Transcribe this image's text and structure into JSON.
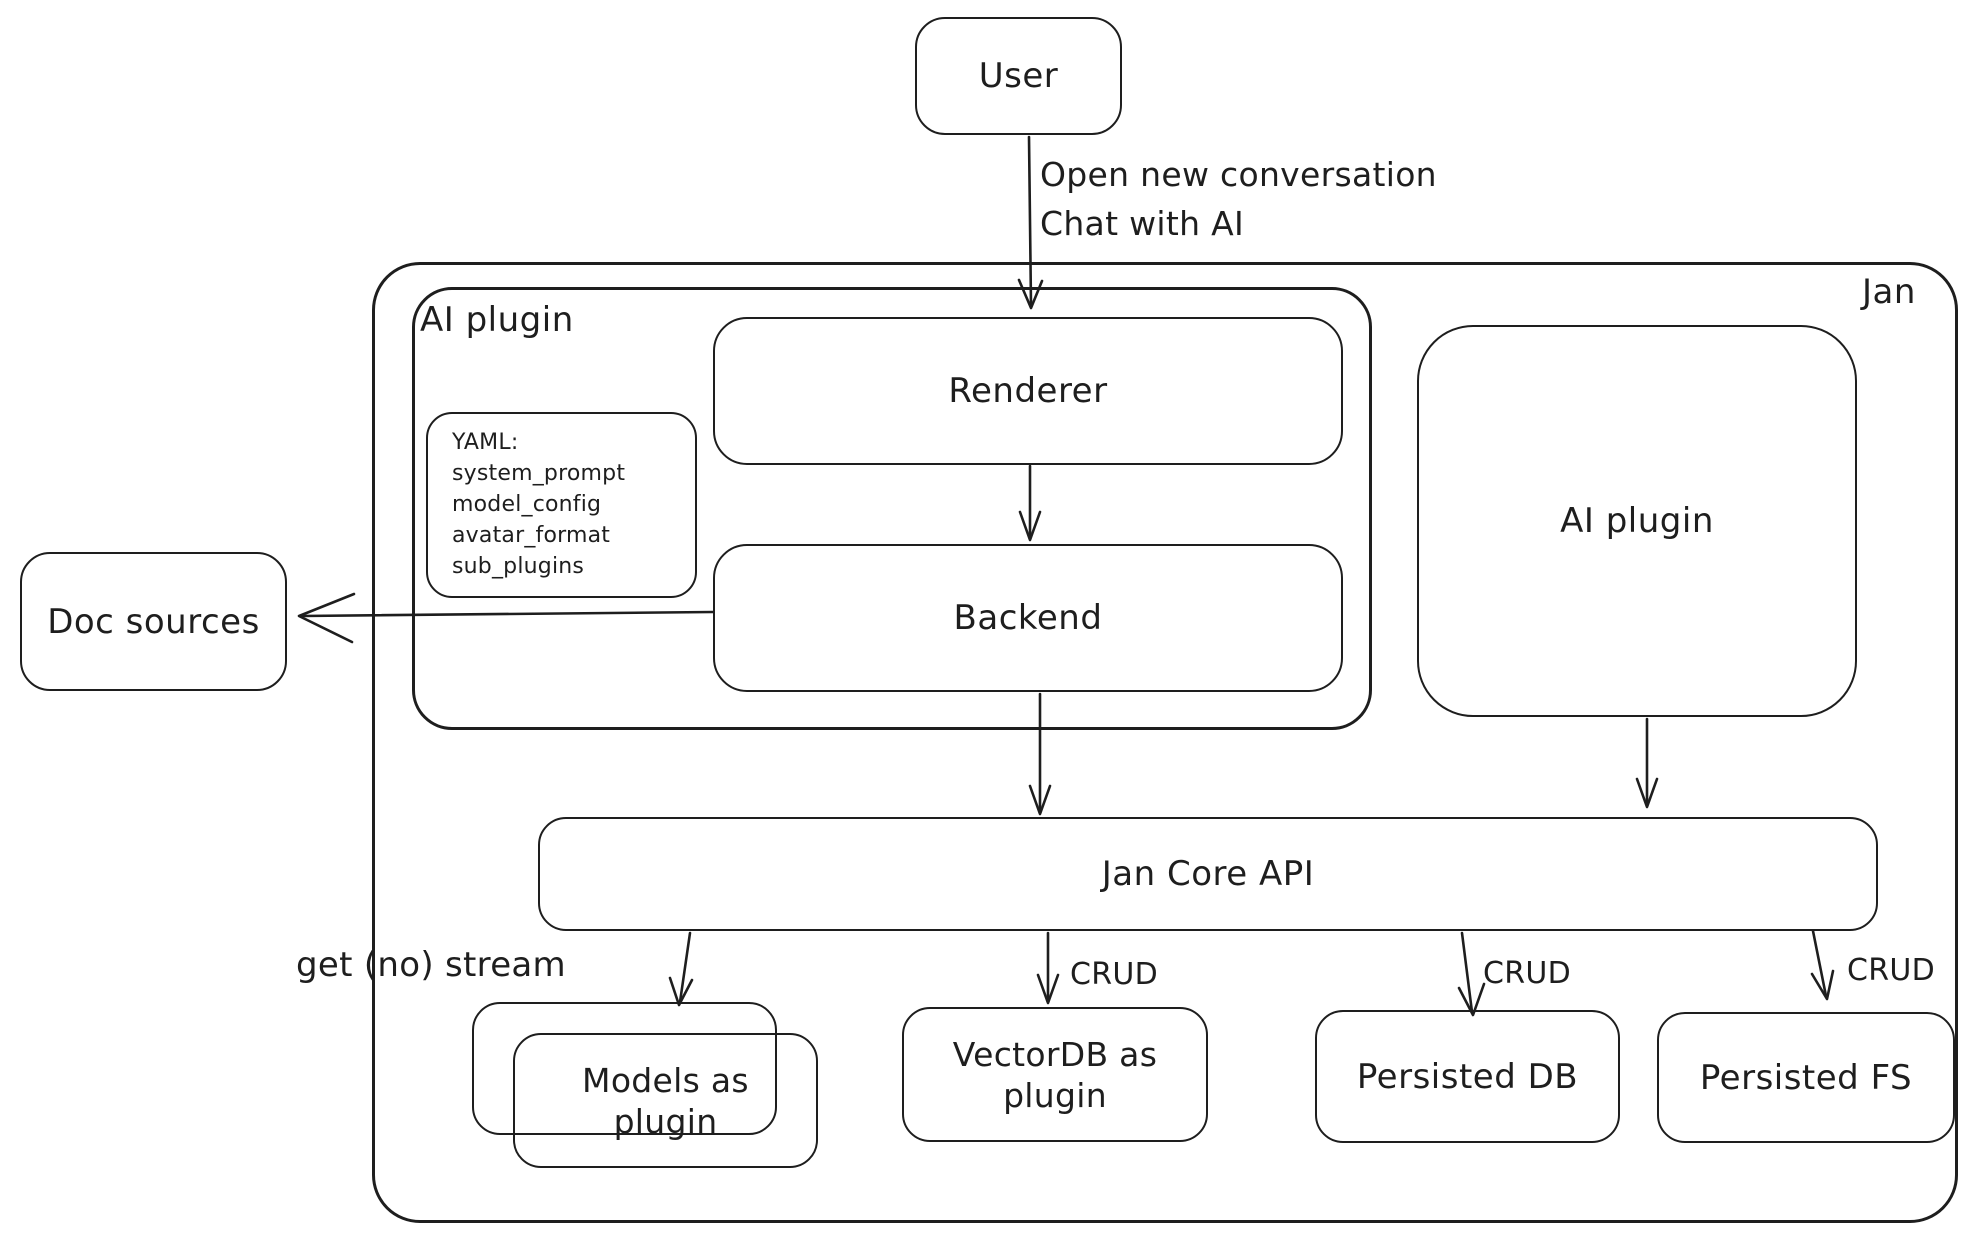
{
  "colors": {
    "stroke": "#1e1e1e",
    "background": "#ffffff"
  },
  "nodes": {
    "user": {
      "label": "User"
    },
    "jan_container": {
      "label": "Jan"
    },
    "ai_plugin_container": {
      "label": "AI plugin"
    },
    "yaml_note": {
      "lines": [
        "YAML:",
        "system_prompt",
        "model_config",
        "avatar_format",
        "sub_plugins"
      ]
    },
    "renderer": {
      "label": "Renderer"
    },
    "backend": {
      "label": "Backend"
    },
    "ai_plugin_right": {
      "label": "AI plugin"
    },
    "doc_sources": {
      "label": "Doc sources"
    },
    "jan_core_api": {
      "label": "Jan Core API"
    },
    "models_plugin": {
      "lines": [
        "Models as",
        "plugin"
      ]
    },
    "vectordb_plugin": {
      "lines": [
        "VectorDB as",
        "plugin"
      ]
    },
    "persisted_db": {
      "label": "Persisted DB"
    },
    "persisted_fs": {
      "label": "Persisted FS"
    }
  },
  "edges": {
    "user_to_renderer": {
      "lines": [
        "Open new conversation",
        "Chat with AI"
      ]
    },
    "core_to_models": {
      "label": "get (no) stream"
    },
    "core_to_vectordb": {
      "label": "CRUD"
    },
    "core_to_persisted_db": {
      "label": "CRUD"
    },
    "core_to_persisted_fs": {
      "label": "CRUD"
    }
  }
}
